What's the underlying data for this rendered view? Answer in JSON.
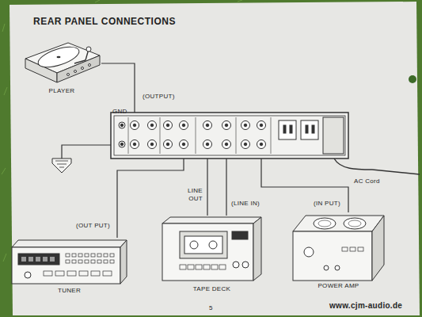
{
  "diagram": {
    "title": "REAR PANEL CONNECTIONS",
    "nodes": [
      {
        "text": [
          "PLAYER"
        ]
      },
      {
        "text": [
          "GND"
        ]
      },
      {
        "text": [
          "TUNER"
        ]
      },
      {
        "text": [
          "TAPE DECK"
        ]
      },
      {
        "text": [
          "POWER AMP"
        ]
      }
    ],
    "edges": [
      {
        "from": 0,
        "to": 1,
        "arrow": "none"
      },
      {
        "from": 2,
        "to": 1,
        "arrow": "none"
      },
      {
        "from": 3,
        "to": 1,
        "arrow": "none"
      },
      {
        "from": 1,
        "to": 3,
        "arrow": "none"
      },
      {
        "from": 1,
        "to": 4,
        "arrow": "none"
      }
    ],
    "labels": [
      "(OUTPUT)",
      "LINE OUT",
      "(LINE IN)",
      "(OUT PUT)",
      "(IN PUT)",
      "AC Cord",
      "5",
      "www.cjm-audio.de"
    ]
  }
}
